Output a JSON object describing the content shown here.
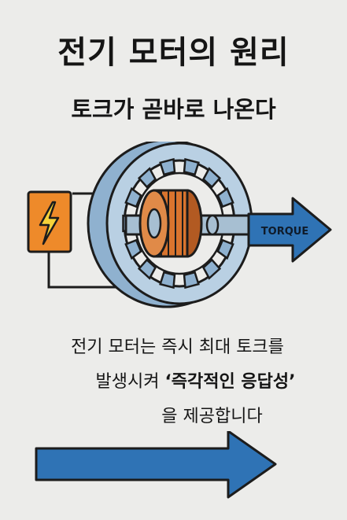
{
  "title": "전기 모터의 원리",
  "subtitle": "토크가 곧바로 나온다",
  "diagram": {
    "torque_label": "TORQUE",
    "colors": {
      "battery": "#ee8a2a",
      "bolt": "#f6d23a",
      "rotor": "#d9742e",
      "stator": "#8fb1cf",
      "arrow": "#2f73b5",
      "outline": "#1c1c1c"
    }
  },
  "caption": {
    "line1": "전기 모터는 즉시 최대 토크를",
    "line2_prefix": "발생시켜 ",
    "line2_emphasis": "‘즉각적인 응답성’",
    "line3": "을 제공합니다"
  }
}
